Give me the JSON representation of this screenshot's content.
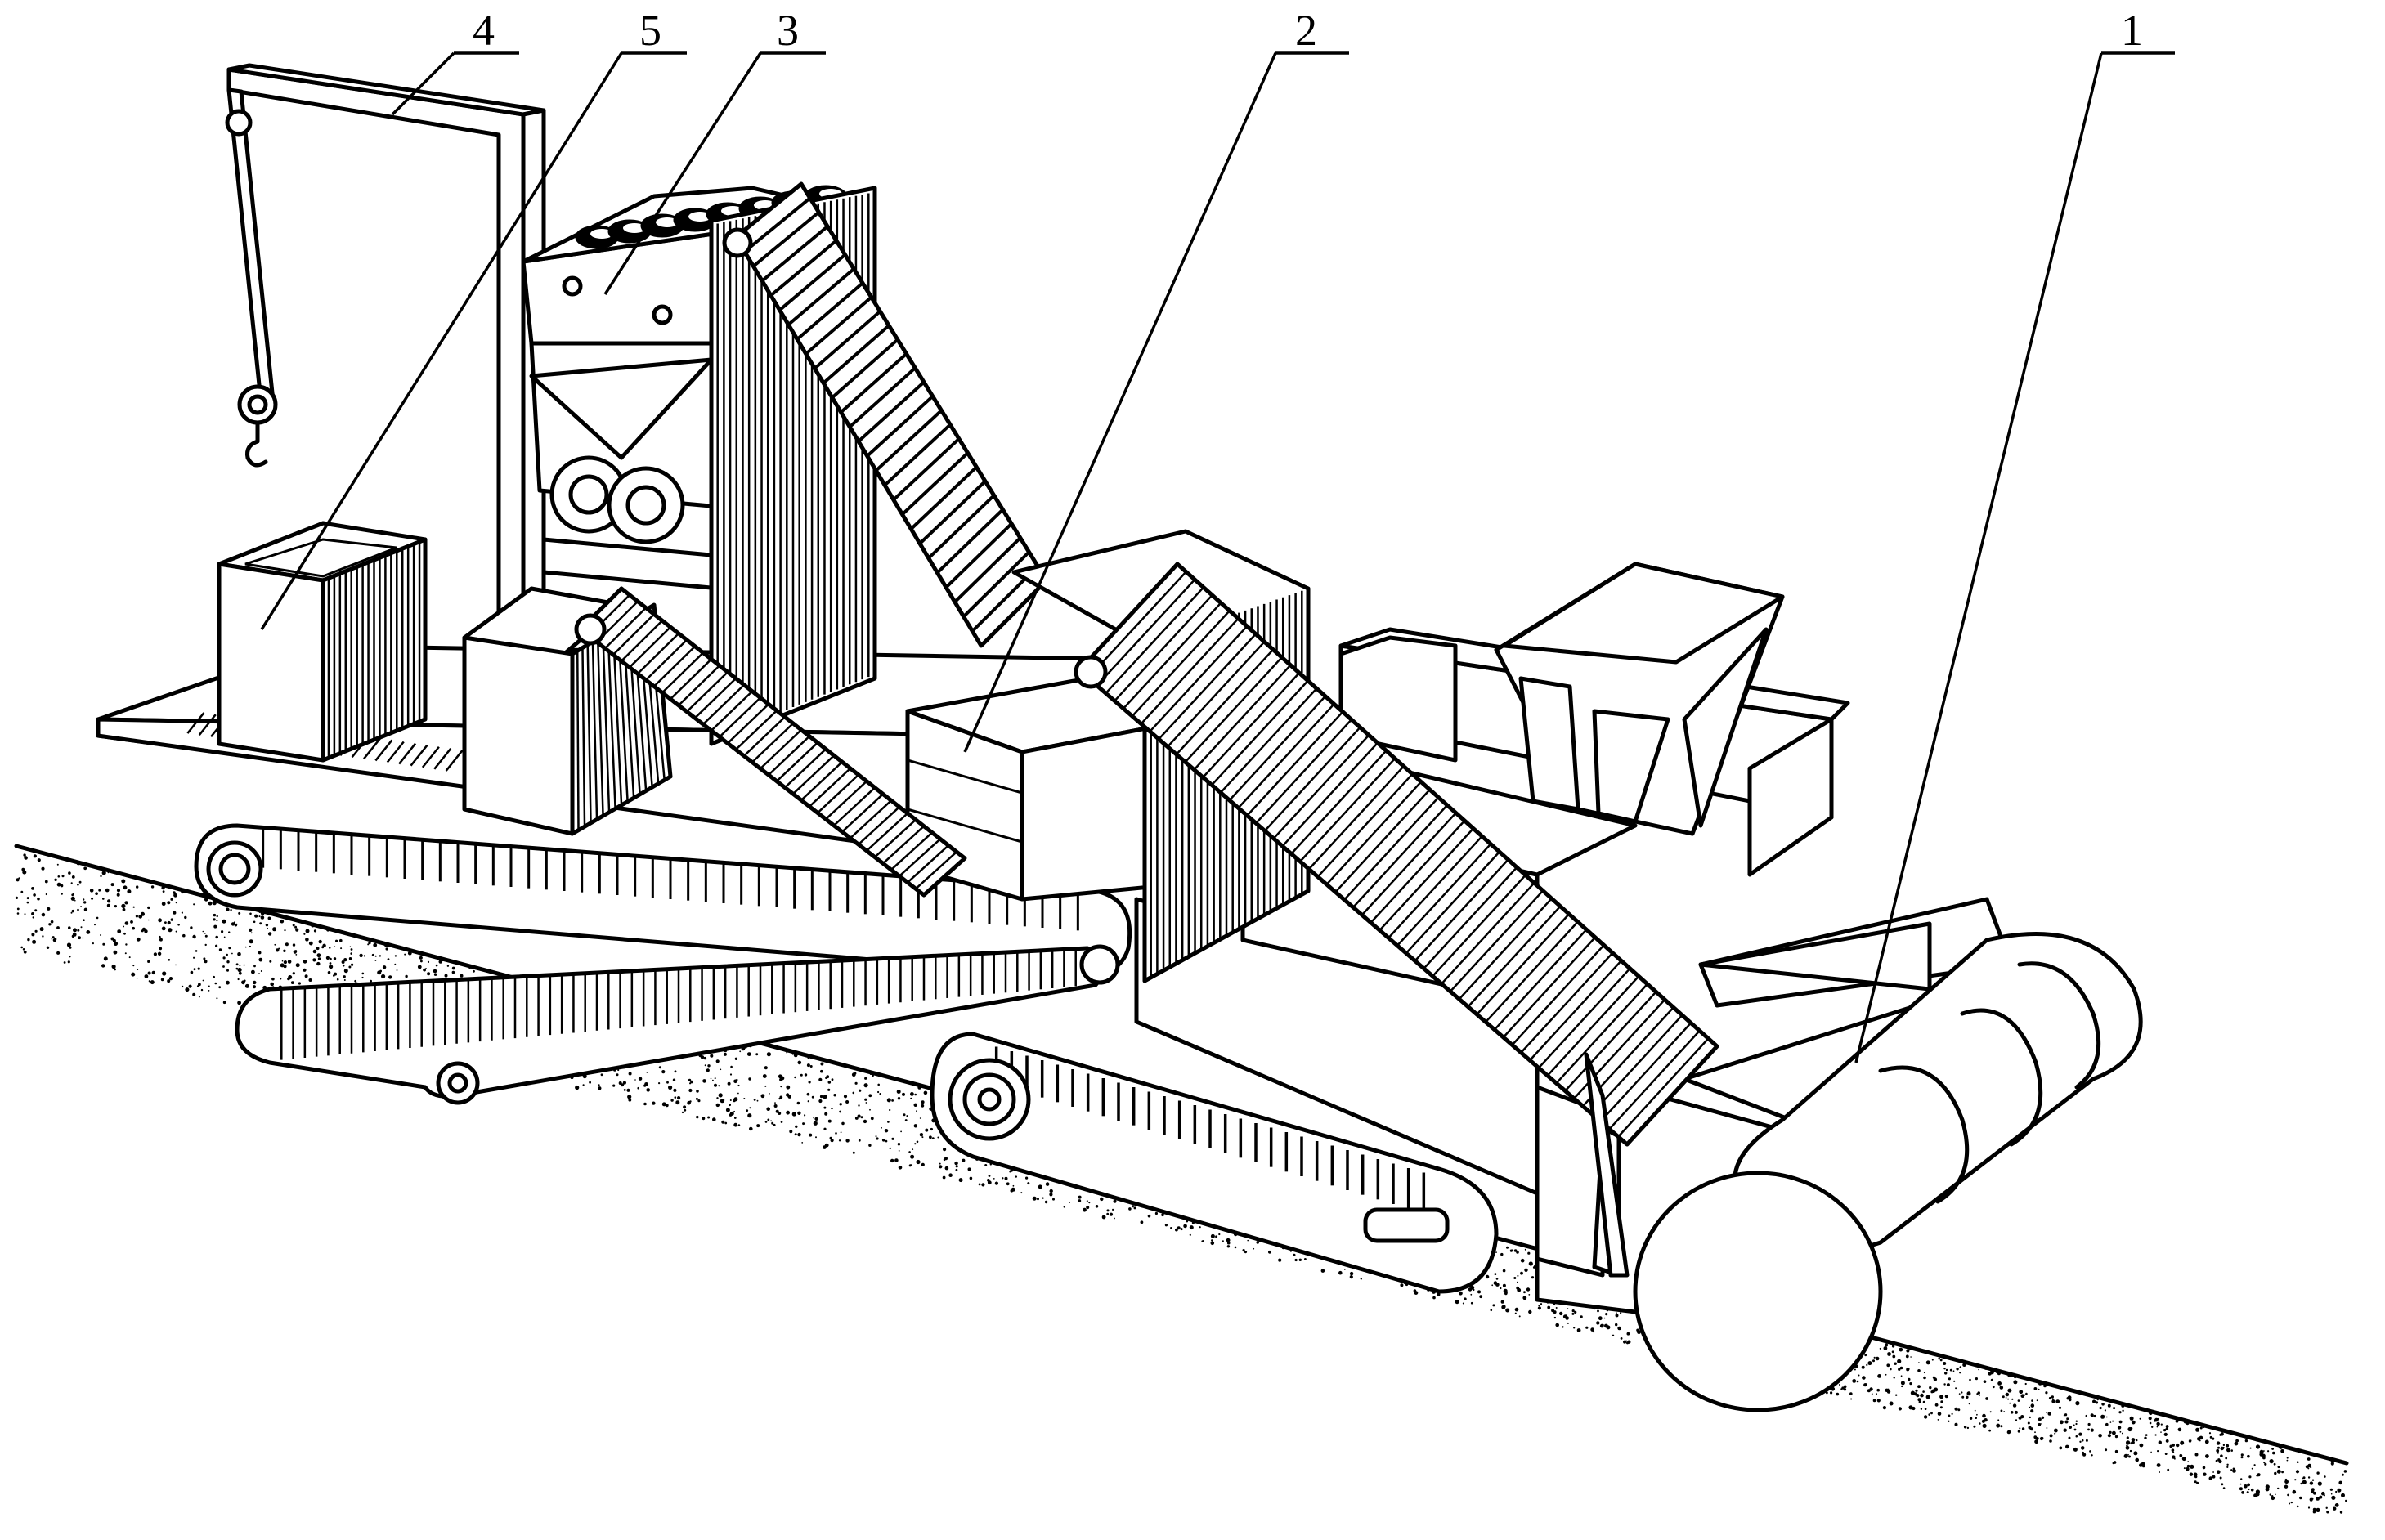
{
  "figure": {
    "labels": [
      {
        "id": "label-1",
        "text": "1"
      },
      {
        "id": "label-2",
        "text": "2"
      },
      {
        "id": "label-3",
        "text": "3"
      },
      {
        "id": "label-4",
        "text": "4"
      },
      {
        "id": "label-5",
        "text": "5"
      }
    ]
  }
}
